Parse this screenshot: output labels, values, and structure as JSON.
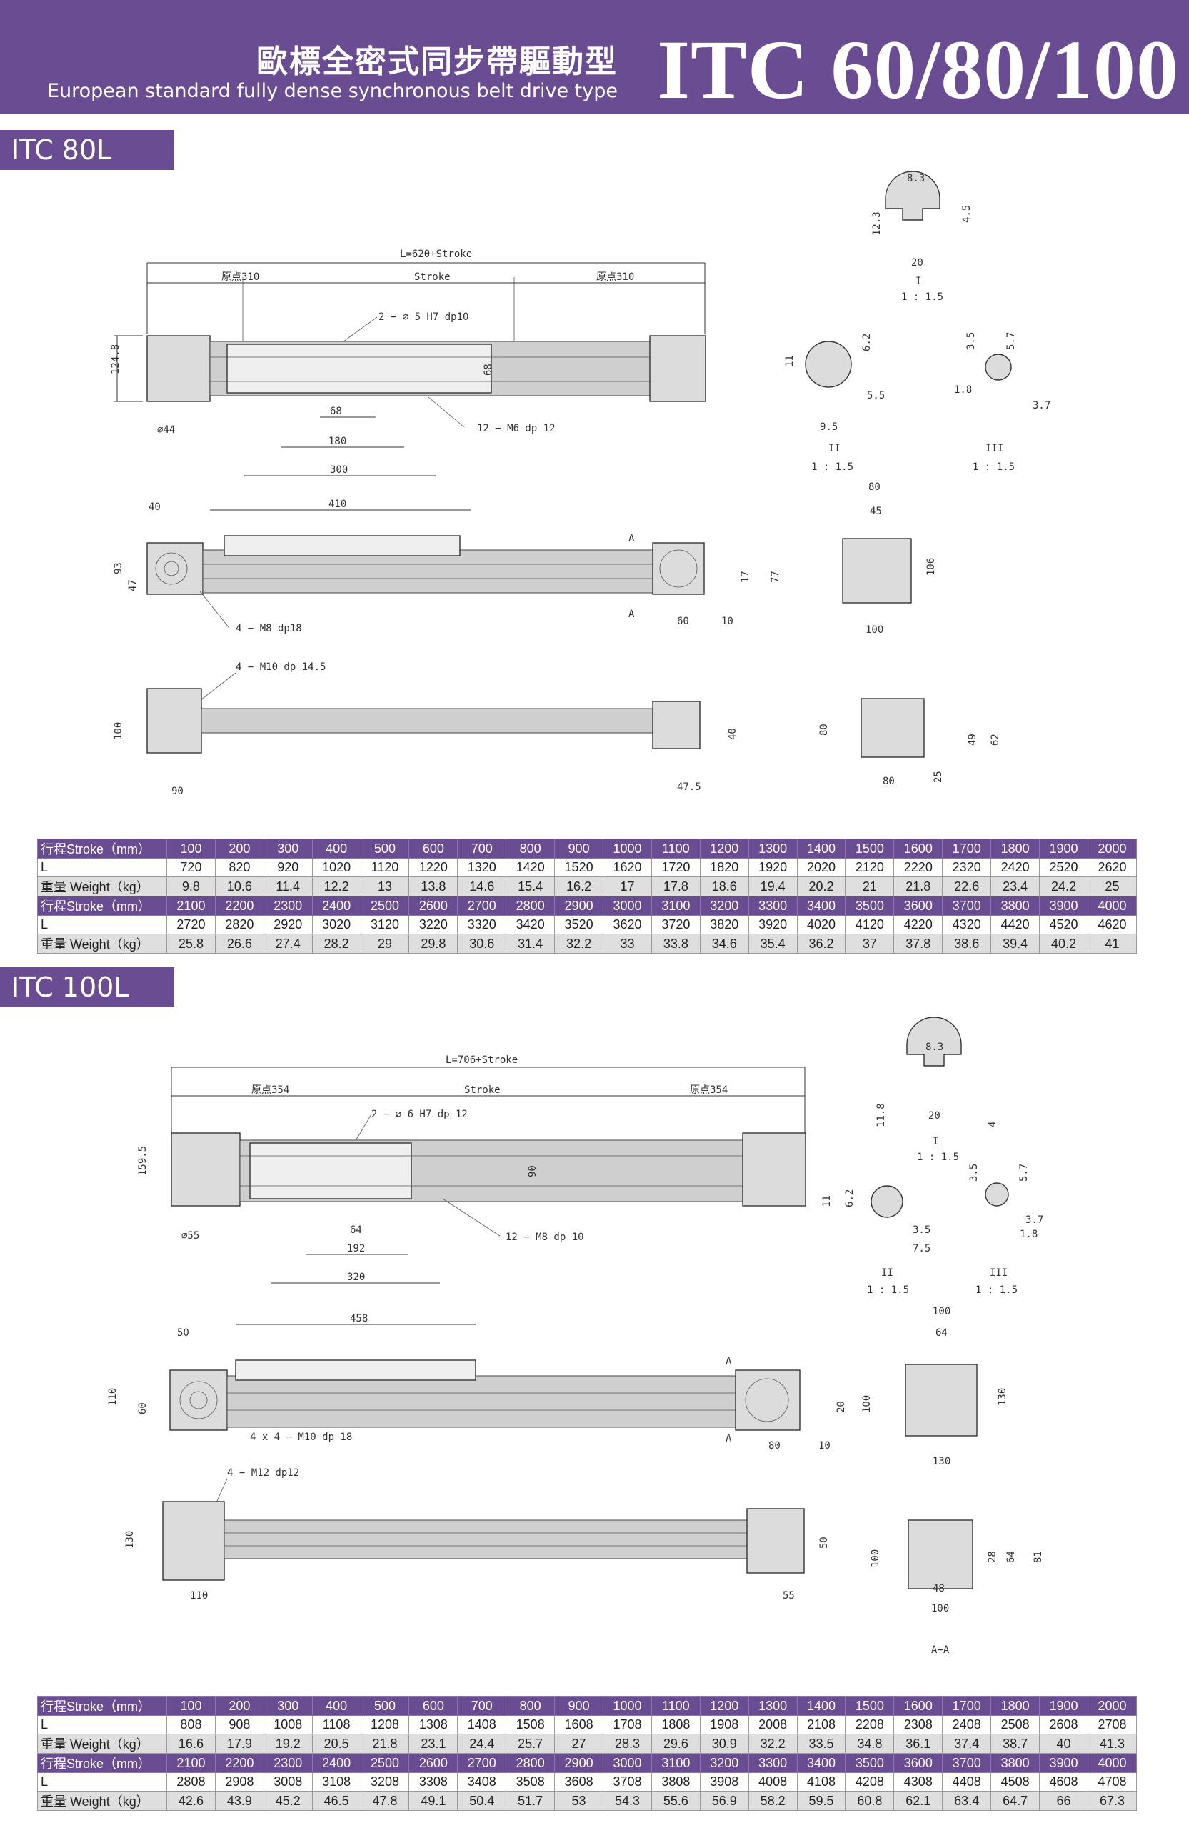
{
  "header": {
    "title_zh": "歐標全密式同步帶驅動型",
    "title_en": "European standard fully dense synchronous belt drive type",
    "model": "ITC 60/80/100"
  },
  "colors": {
    "accent": "#6a4c93",
    "row_grey": "#dedede"
  },
  "sections": [
    {
      "tag": "ITC 80L",
      "labels": {
        "L": "L=620+Stroke",
        "origin_left": "原点310",
        "stroke": "Stroke",
        "origin_right": "原点310",
        "pin": "2 − ∅ 5 H7 dp10",
        "tap12": "12 − M6 dp 12",
        "h": "124.8",
        "d": "∅44",
        "s68a": "68",
        "s68b": "68",
        "s180": "180",
        "s300": "300",
        "s410": "410",
        "s40": "40",
        "s93": "93",
        "s47": "47",
        "s17": "17",
        "s77": "77",
        "s60": "60",
        "s10": "10",
        "m8": "4 − M8 dp18",
        "m10": "4 − M10 dp 14.5",
        "s100": "100",
        "s90": "90",
        "s40b": "40",
        "s475": "47.5",
        "e80": "80",
        "e45": "45",
        "e106": "106",
        "e100": "100",
        "e80b": "80",
        "e49": "49",
        "e62": "62",
        "e25": "25",
        "e80c": "80",
        "p83": "8.3",
        "p123": "12.3",
        "p45": "4.5",
        "p20": "20",
        "pI": "I",
        "p11": "1 : 1.5",
        "q11": "11",
        "q62": "6.2",
        "q55": "5.5",
        "q95": "9.5",
        "qII": "II",
        "q115": "1 : 1.5",
        "r35": "3.5",
        "r57": "5.7",
        "r18": "1.8",
        "r37": "3.7",
        "rIII": "III",
        "r115": "1 : 1.5",
        "A": "A"
      },
      "table": [
        {
          "header": "行程Stroke（mm）",
          "values": [
            "100",
            "200",
            "300",
            "400",
            "500",
            "600",
            "700",
            "800",
            "900",
            "1000",
            "1100",
            "1200",
            "1300",
            "1400",
            "1500",
            "1600",
            "1700",
            "1800",
            "1900",
            "2000"
          ]
        },
        {
          "header": "L",
          "values": [
            "720",
            "820",
            "920",
            "1020",
            "1120",
            "1220",
            "1320",
            "1420",
            "1520",
            "1620",
            "1720",
            "1820",
            "1920",
            "2020",
            "2120",
            "2220",
            "2320",
            "2420",
            "2520",
            "2620"
          ]
        },
        {
          "header": "重量 Weight（kg）",
          "values": [
            "9.8",
            "10.6",
            "11.4",
            "12.2",
            "13",
            "13.8",
            "14.6",
            "15.4",
            "16.2",
            "17",
            "17.8",
            "18.6",
            "19.4",
            "20.2",
            "21",
            "21.8",
            "22.6",
            "23.4",
            "24.2",
            "25"
          ]
        },
        {
          "header": "行程Stroke（mm）",
          "values": [
            "2100",
            "2200",
            "2300",
            "2400",
            "2500",
            "2600",
            "2700",
            "2800",
            "2900",
            "3000",
            "3100",
            "3200",
            "3300",
            "3400",
            "3500",
            "3600",
            "3700",
            "3800",
            "3900",
            "4000"
          ]
        },
        {
          "header": "L",
          "values": [
            "2720",
            "2820",
            "2920",
            "3020",
            "3120",
            "3220",
            "3320",
            "3420",
            "3520",
            "3620",
            "3720",
            "3820",
            "3920",
            "4020",
            "4120",
            "4220",
            "4320",
            "4420",
            "4520",
            "4620"
          ]
        },
        {
          "header": "重量 Weight（kg）",
          "values": [
            "25.8",
            "26.6",
            "27.4",
            "28.2",
            "29",
            "29.8",
            "30.6",
            "31.4",
            "32.2",
            "33",
            "33.8",
            "34.6",
            "35.4",
            "36.2",
            "37",
            "37.8",
            "38.6",
            "39.4",
            "40.2",
            "41"
          ]
        }
      ]
    },
    {
      "tag": "ITC 100L",
      "labels": {
        "L": "L=706+Stroke",
        "origin_left": "原点354",
        "stroke": "Stroke",
        "origin_right": "原点354",
        "pin": "2 − ∅ 6 H7 dp 12",
        "tap12": "12 − M8 dp 10",
        "h": "159.5",
        "d": "∅55",
        "s90": "90",
        "s64": "64",
        "s192": "192",
        "s320": "320",
        "s458": "458",
        "s50": "50",
        "s110": "110",
        "s60": "60",
        "s20": "20",
        "s100": "100",
        "s80": "80",
        "s10": "10",
        "m10": "4 x 4 − M10 dp 18",
        "m12": "4 − M12 dp12",
        "s130": "130",
        "s110b": "110",
        "s50b": "50",
        "s55": "55",
        "e100": "100",
        "e64": "64",
        "e130": "130",
        "e130b": "130",
        "e100b": "100",
        "e28": "28",
        "e64b": "64",
        "e81": "81",
        "e48": "48",
        "e100c": "100",
        "eAA": "A−A",
        "p83": "8.3",
        "p118": "11.8",
        "p4": "4",
        "p20": "20",
        "pI": "I",
        "p11": "1 : 1.5",
        "q11": "11",
        "q62": "6.2",
        "q35": "3.5",
        "q75": "7.5",
        "qII": "II",
        "q115": "1 : 1.5",
        "r35": "3.5",
        "r57": "5.7",
        "r37": "3.7",
        "r18": "1.8",
        "rIII": "III",
        "r115": "1 : 1.5",
        "A": "A"
      },
      "table": [
        {
          "header": "行程Stroke（mm）",
          "values": [
            "100",
            "200",
            "300",
            "400",
            "500",
            "600",
            "700",
            "800",
            "900",
            "1000",
            "1100",
            "1200",
            "1300",
            "1400",
            "1500",
            "1600",
            "1700",
            "1800",
            "1900",
            "2000"
          ]
        },
        {
          "header": "L",
          "values": [
            "808",
            "908",
            "1008",
            "1108",
            "1208",
            "1308",
            "1408",
            "1508",
            "1608",
            "1708",
            "1808",
            "1908",
            "2008",
            "2108",
            "2208",
            "2308",
            "2408",
            "2508",
            "2608",
            "2708"
          ]
        },
        {
          "header": "重量 Weight（kg）",
          "values": [
            "16.6",
            "17.9",
            "19.2",
            "20.5",
            "21.8",
            "23.1",
            "24.4",
            "25.7",
            "27",
            "28.3",
            "29.6",
            "30.9",
            "32.2",
            "33.5",
            "34.8",
            "36.1",
            "37.4",
            "38.7",
            "40",
            "41.3"
          ]
        },
        {
          "header": "行程Stroke（mm）",
          "values": [
            "2100",
            "2200",
            "2300",
            "2400",
            "2500",
            "2600",
            "2700",
            "2800",
            "2900",
            "3000",
            "3100",
            "3200",
            "3300",
            "3400",
            "3500",
            "3600",
            "3700",
            "3800",
            "3900",
            "4000"
          ]
        },
        {
          "header": "L",
          "values": [
            "2808",
            "2908",
            "3008",
            "3108",
            "3208",
            "3308",
            "3408",
            "3508",
            "3608",
            "3708",
            "3808",
            "3908",
            "4008",
            "4108",
            "4208",
            "4308",
            "4408",
            "4508",
            "4608",
            "4708"
          ]
        },
        {
          "header": "重量 Weight（kg）",
          "values": [
            "42.6",
            "43.9",
            "45.2",
            "46.5",
            "47.8",
            "49.1",
            "50.4",
            "51.7",
            "53",
            "54.3",
            "55.6",
            "56.9",
            "58.2",
            "59.5",
            "60.8",
            "62.1",
            "63.4",
            "64.7",
            "66",
            "67.3"
          ]
        }
      ]
    }
  ]
}
